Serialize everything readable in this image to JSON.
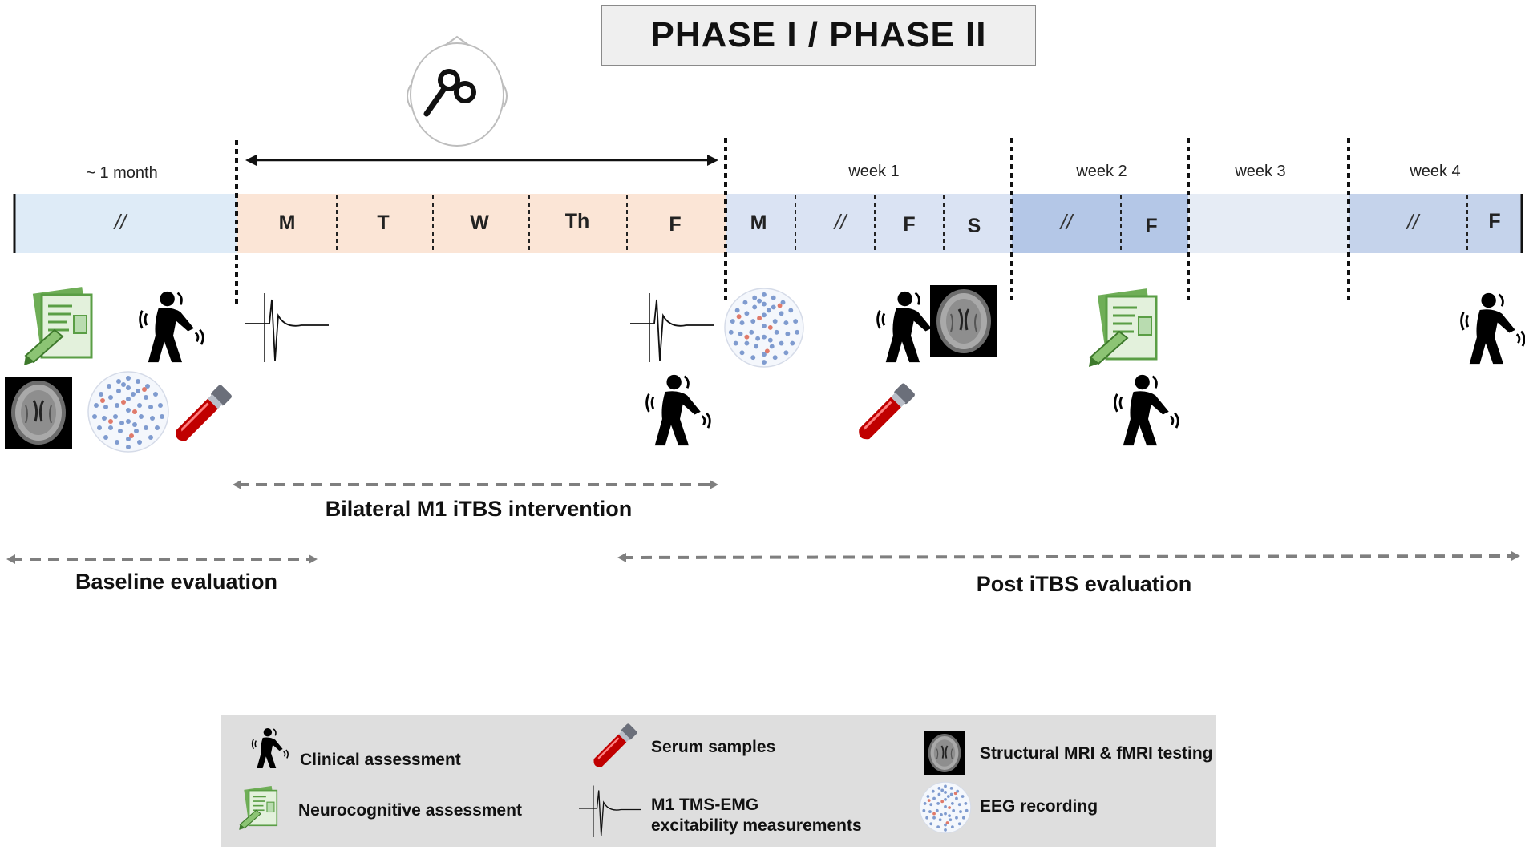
{
  "title": "PHASE I / PHASE II",
  "timeline": {
    "baseline_period": "~ 1 month",
    "weeks": [
      "week 1",
      "week 2",
      "week 3",
      "week 4"
    ],
    "skip_mark": "//",
    "intervention_days": [
      "M",
      "T",
      "W",
      "Th",
      "F"
    ],
    "week1_days": [
      "M",
      "F",
      "S"
    ],
    "week2_days": [
      "F"
    ],
    "week4_days": [
      "F"
    ]
  },
  "phases": {
    "intervention": "Bilateral M1 iTBS intervention",
    "baseline": "Baseline evaluation",
    "post": "Post iTBS evaluation"
  },
  "colors": {
    "baseline_segment": "#deebf7",
    "intervention_segment": "#fbe5d6",
    "week_light": "#dae3f3",
    "week_dark": "#b4c7e7",
    "legend_bg": "#dedede",
    "serum_tube": "#c00000"
  },
  "icons": {
    "clinical": "person-with-tremor-icon",
    "neurocognitive": "document-pencil-icon",
    "mri": "brain-mri-icon",
    "eeg": "eeg-cap-icon",
    "serum": "blood-tube-icon",
    "tms_emg": "mep-waveform-icon",
    "tms_head": "tms-coil-head-icon"
  },
  "legend": {
    "clinical": "Clinical assessment",
    "neurocognitive": "Neurocognitive assessment",
    "serum": "Serum samples",
    "tms_emg_line1": "M1 TMS-EMG",
    "tms_emg_line2": "excitability measurements",
    "mri": "Structural MRI & fMRI testing",
    "eeg": "EEG recording"
  }
}
